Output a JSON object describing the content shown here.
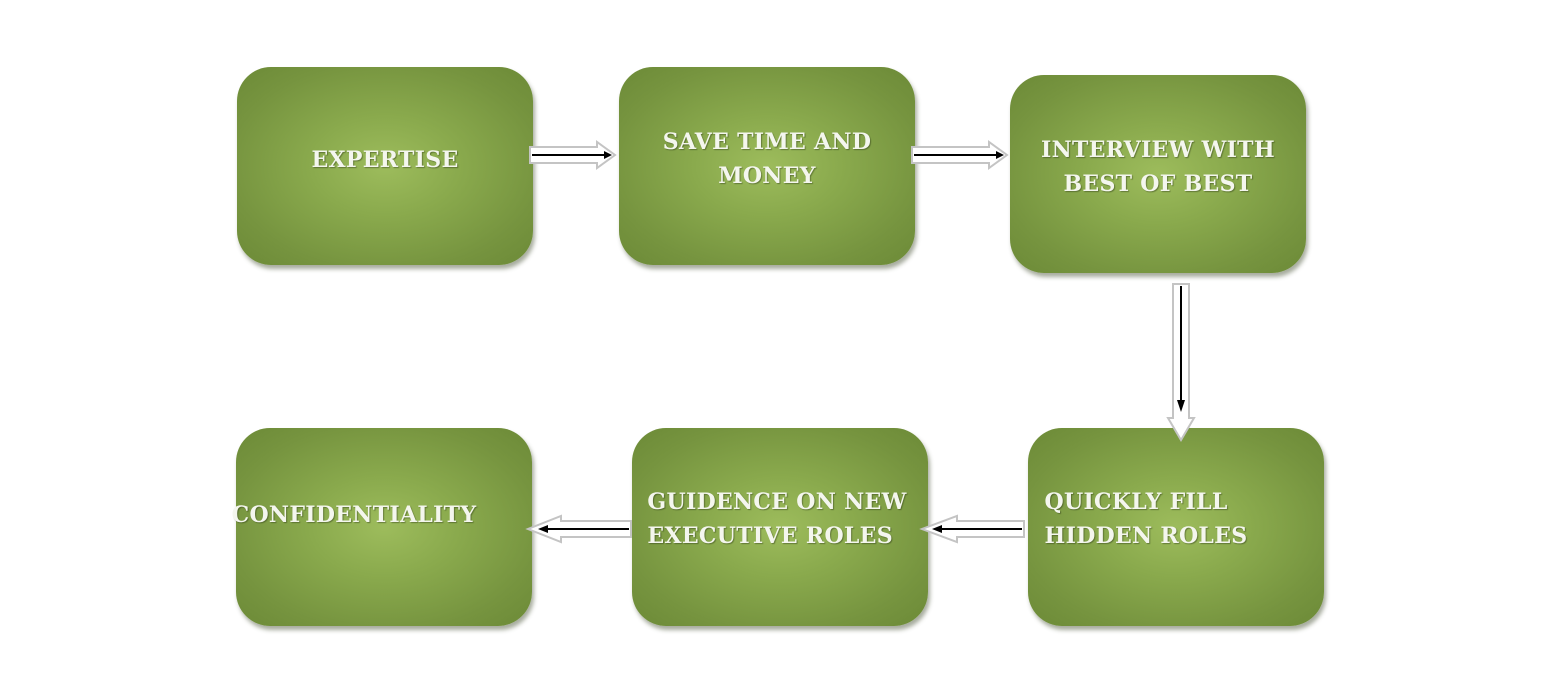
{
  "steps": [
    {
      "id": "expertise",
      "label": "EXPERTISE"
    },
    {
      "id": "save",
      "label": "SAVE TIME AND\nMONEY"
    },
    {
      "id": "interview",
      "label": "INTERVIEW  WITH\nBEST OF BEST"
    },
    {
      "id": "quickly",
      "label": "QUICKLY FILL\nHIDDEN ROLES"
    },
    {
      "id": "guidence",
      "label": "GUIDENCE ON NEW\nEXECUTIVE  ROLES"
    },
    {
      "id": "confidential",
      "label": "CONFIDENTIALITY"
    }
  ],
  "colors": {
    "box_fill": "#7d9a42",
    "box_highlight": "#9dbc5c",
    "box_text": "#f4f6ee",
    "arrow_outline": "#c8c8c8",
    "arrow_line": "#000000"
  }
}
